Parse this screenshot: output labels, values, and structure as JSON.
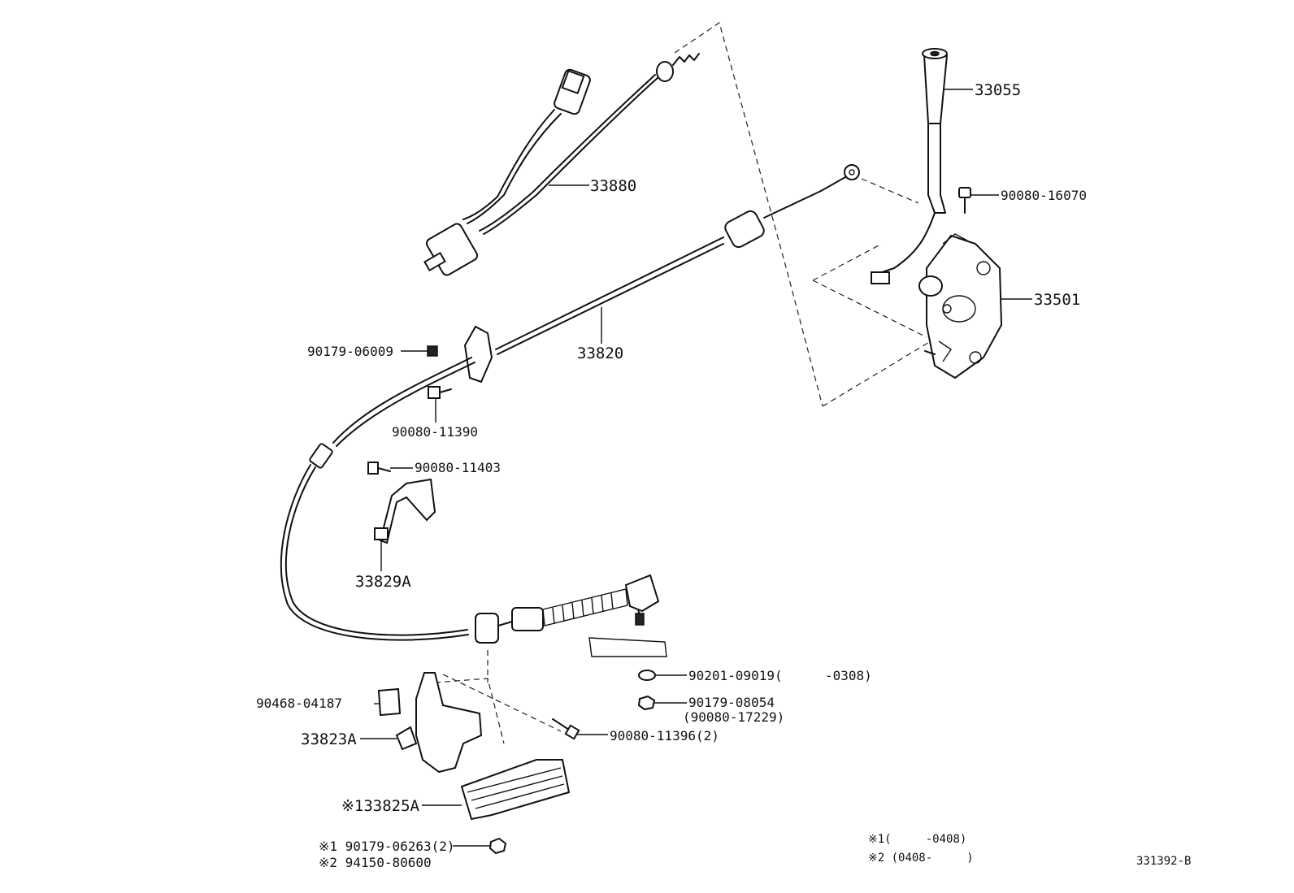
{
  "labels": {
    "p33055": "33055",
    "p33880": "33880",
    "p90080_16070": "90080-16070",
    "p33501": "33501",
    "p33820": "33820",
    "p90179_06009": "90179-06009",
    "p90080_11390": "90080-11390",
    "p90080_11403": "90080-11403",
    "p33829A": "33829A",
    "p90201_09019": "90201-09019(",
    "p90201_range": "-0308)",
    "p90179_08054": "90179-08054",
    "p90080_17229": "(90080-17229)",
    "p90468_04187": "90468-04187",
    "p90080_11396": "90080-11396(2)",
    "p33823A": "33823A",
    "p33825A": "※133825A",
    "p90179_06263": "※1 90179-06263(2)",
    "p94150_80600": "※2 94150-80600"
  },
  "notes": {
    "note1": "※1(     -0408)",
    "note2": "※2 (0408-     )"
  },
  "diagram_id": "331392-B"
}
